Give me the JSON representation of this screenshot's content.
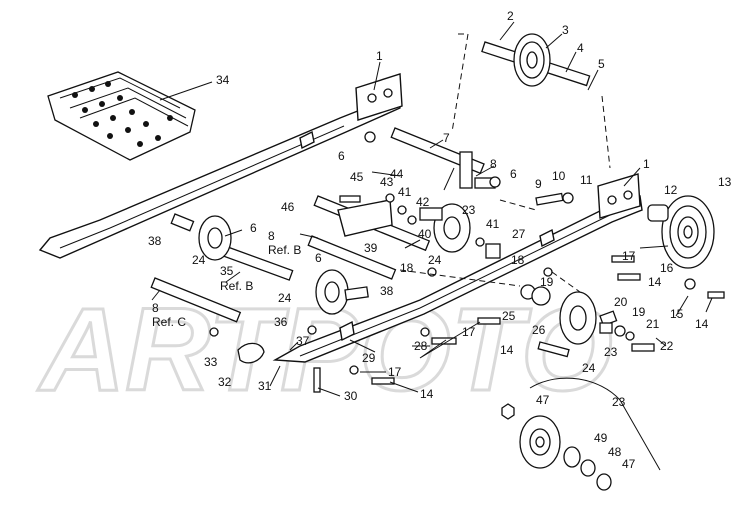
{
  "watermark": "ARTPOTO",
  "callouts": {
    "c1a": "1",
    "c1b": "1",
    "c2": "2",
    "c3": "3",
    "c4": "4",
    "c5": "5",
    "c6a": "6",
    "c6b": "6",
    "c6c": "6",
    "c6d": "6",
    "c7": "7",
    "c8a": "8",
    "c8b": "8",
    "c8c": "8",
    "c9": "9",
    "c10": "10",
    "c11": "11",
    "c12": "12",
    "c13": "13",
    "c14a": "14",
    "c14b": "14",
    "c14c": "14",
    "c14d": "14",
    "c15": "15",
    "c16": "16",
    "c17a": "17",
    "c17b": "17",
    "c17c": "17",
    "c18a": "18",
    "c18b": "18",
    "c19a": "19",
    "c19b": "19",
    "c20": "20",
    "c21": "21",
    "c22": "22",
    "c23a": "23",
    "c23b": "23",
    "c23c": "23",
    "c24a": "24",
    "c24b": "24",
    "c24c": "24",
    "c24d": "24",
    "c25": "25",
    "c26": "26",
    "c27": "27",
    "c28": "28",
    "c29": "29",
    "c30": "30",
    "c31": "31",
    "c32": "32",
    "c33": "33",
    "c34": "34",
    "c35": "35",
    "c36": "36",
    "c37": "37",
    "c38a": "38",
    "c38b": "38",
    "c39": "39",
    "c40": "40",
    "c41a": "41",
    "c41b": "41",
    "c42": "42",
    "c43": "43",
    "c44": "44",
    "c45": "45",
    "c46": "46",
    "c47a": "47",
    "c47b": "47",
    "c48": "48",
    "c49": "49"
  },
  "refs": {
    "ref_b1": "Ref. B",
    "ref_b2": "Ref. B",
    "ref_c": "Ref. C"
  }
}
